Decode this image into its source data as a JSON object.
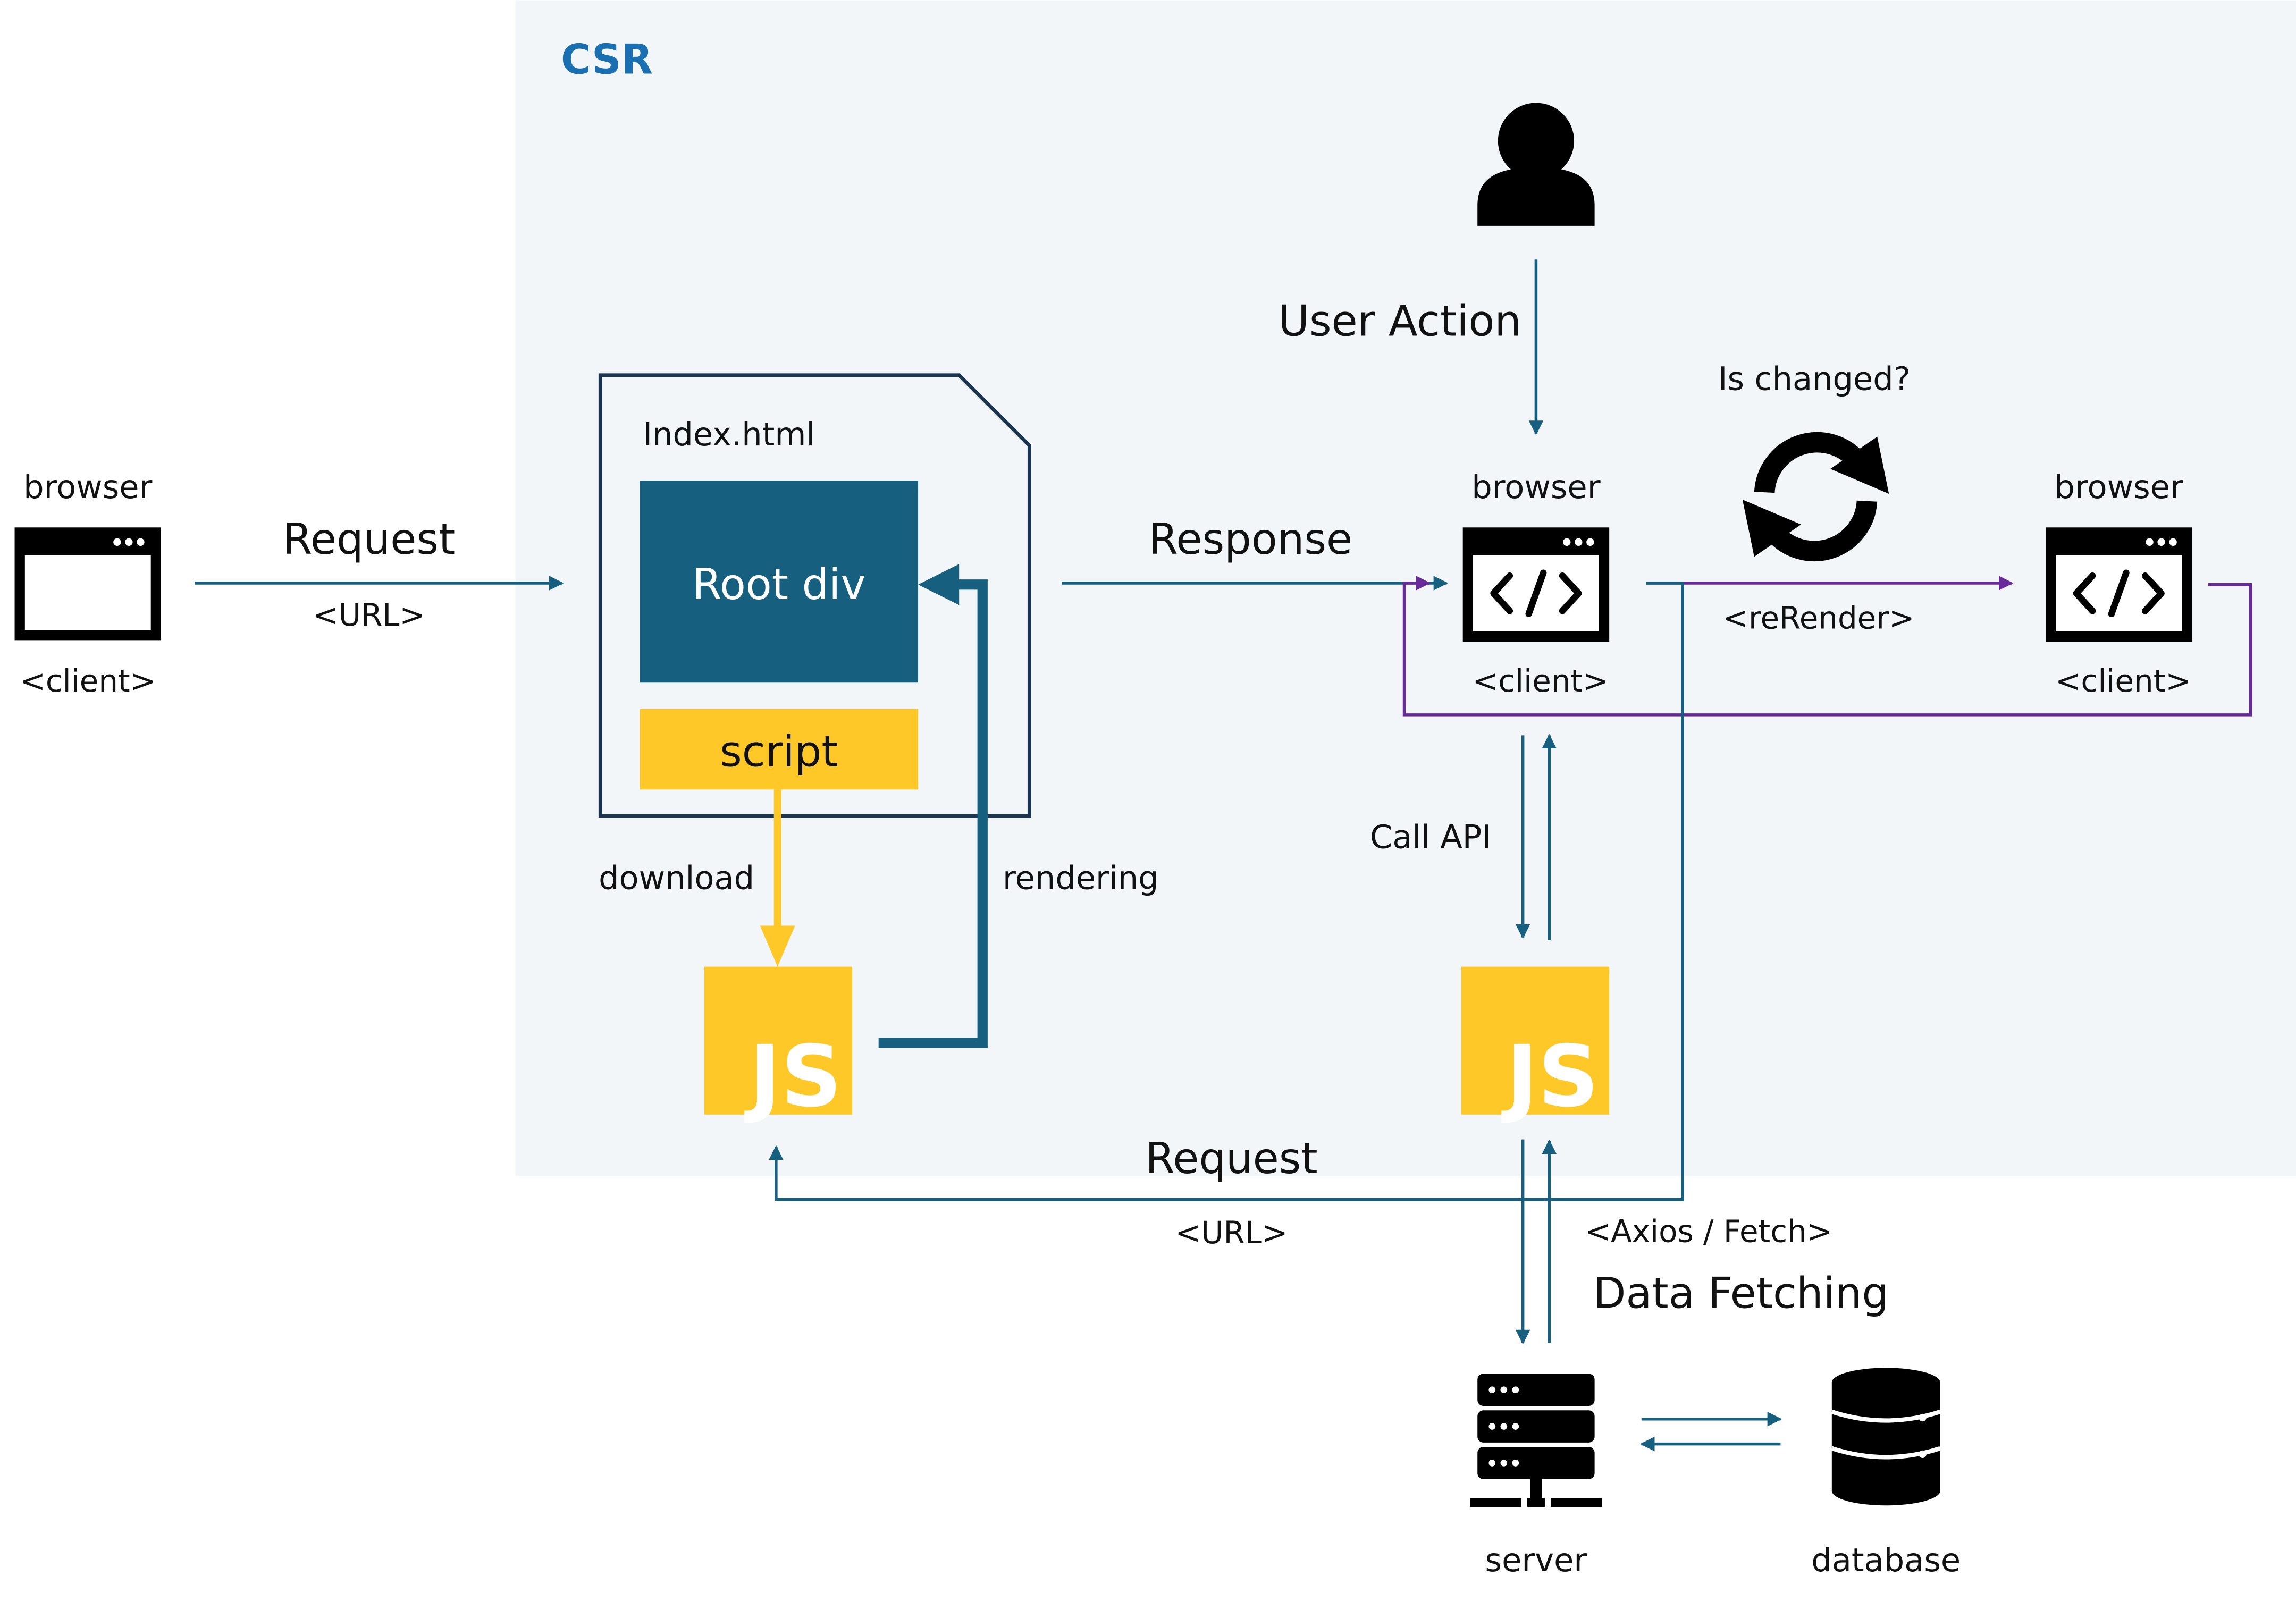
{
  "region": {
    "label": "CSR",
    "bg": "#f2f6f9",
    "label_color": "#1a6fb0"
  },
  "colors": {
    "arrow": "#175f7f",
    "root_fill": "#175f7f",
    "script_fill": "#fec928",
    "js_fill": "#fec928",
    "rerender": "#6a2b9a",
    "icon": "#000000",
    "text": "#111111"
  },
  "client_left": {
    "top_label": "browser",
    "bottom_label": "<client>"
  },
  "request_top": {
    "label": "Request",
    "sub": "<URL>"
  },
  "index_file": {
    "filename": "Index.html",
    "root_label": "Root div",
    "script_label": "script"
  },
  "download_label": "download",
  "rendering_label": "rendering",
  "js_left": {
    "label": "JS"
  },
  "response": {
    "label": "Response"
  },
  "user": {
    "action_label": "User Action"
  },
  "client_mid": {
    "top_label": "browser",
    "bottom_label": "<client>"
  },
  "changed": {
    "label": "Is changed?"
  },
  "rerender": {
    "label": "<reRender>"
  },
  "client_right": {
    "top_label": "browser",
    "bottom_label": "<client>"
  },
  "call_api": {
    "label": "Call API"
  },
  "js_mid": {
    "label": "JS"
  },
  "request_bottom": {
    "label": "Request",
    "sub": "<URL>"
  },
  "fetching": {
    "sub": "<Axios / Fetch>",
    "label": "Data Fetching"
  },
  "server": {
    "label": "server"
  },
  "database": {
    "label": "database"
  }
}
